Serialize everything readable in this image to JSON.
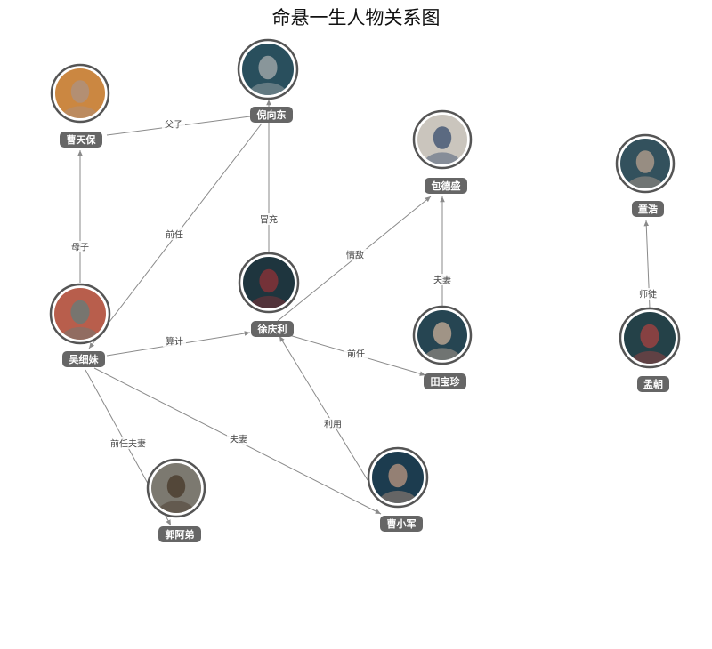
{
  "title": "命悬一生人物关系图",
  "colors": {
    "edge": "#8a8a8a",
    "label_bg": "#666666",
    "ring": "#555555"
  },
  "nodes": [
    {
      "id": "ni",
      "label": "倪向东",
      "photo": {
        "bg": "#2f5a6a",
        "face": "#a8b4b8"
      }
    },
    {
      "id": "caotian",
      "label": "曹天保",
      "photo": {
        "bg": "#e89a4a",
        "face": "#c9a48a"
      }
    },
    {
      "id": "bao",
      "label": "包德盛",
      "photo": {
        "bg": "#e6e1d8",
        "face": "#5a6e8c"
      }
    },
    {
      "id": "tong",
      "label": "童浩",
      "photo": {
        "bg": "#3b5d6a",
        "face": "#b9a89a"
      }
    },
    {
      "id": "xu",
      "label": "徐庆利",
      "photo": {
        "bg": "#233d47",
        "face": "#8f3a3f"
      }
    },
    {
      "id": "wu",
      "label": "吴细妹",
      "photo": {
        "bg": "#d26b57",
        "face": "#7f8a84"
      }
    },
    {
      "id": "tian",
      "label": "田宝珍",
      "photo": {
        "bg": "#2c4f5e",
        "face": "#c7b2a0"
      }
    },
    {
      "id": "meng",
      "label": "孟朝",
      "photo": {
        "bg": "#2a4a52",
        "face": "#a64b4b"
      }
    },
    {
      "id": "guo",
      "label": "郭阿弟",
      "photo": {
        "bg": "#8e8a80",
        "face": "#5a4a3a"
      }
    },
    {
      "id": "cao",
      "label": "曹小军",
      "photo": {
        "bg": "#20455a",
        "face": "#b89a88"
      }
    }
  ],
  "edges": [
    {
      "from": "caotian",
      "to": "ni",
      "label": "父子"
    },
    {
      "from": "wu",
      "to": "caotian",
      "label": "母子"
    },
    {
      "from": "ni",
      "to": "wu",
      "label": "前任"
    },
    {
      "from": "xu",
      "to": "ni",
      "label": "冒充"
    },
    {
      "from": "xu",
      "to": "bao",
      "label": "情敌"
    },
    {
      "from": "tian",
      "to": "bao",
      "label": "夫妻"
    },
    {
      "from": "meng",
      "to": "tong",
      "label": "师徒"
    },
    {
      "from": "wu",
      "to": "xu",
      "label": "算计"
    },
    {
      "from": "xu",
      "to": "tian",
      "label": "前任"
    },
    {
      "from": "wu",
      "to": "guo",
      "label": "前任夫妻"
    },
    {
      "from": "wu",
      "to": "cao",
      "label": "夫妻"
    },
    {
      "from": "cao",
      "to": "xu",
      "label": "利用"
    }
  ]
}
